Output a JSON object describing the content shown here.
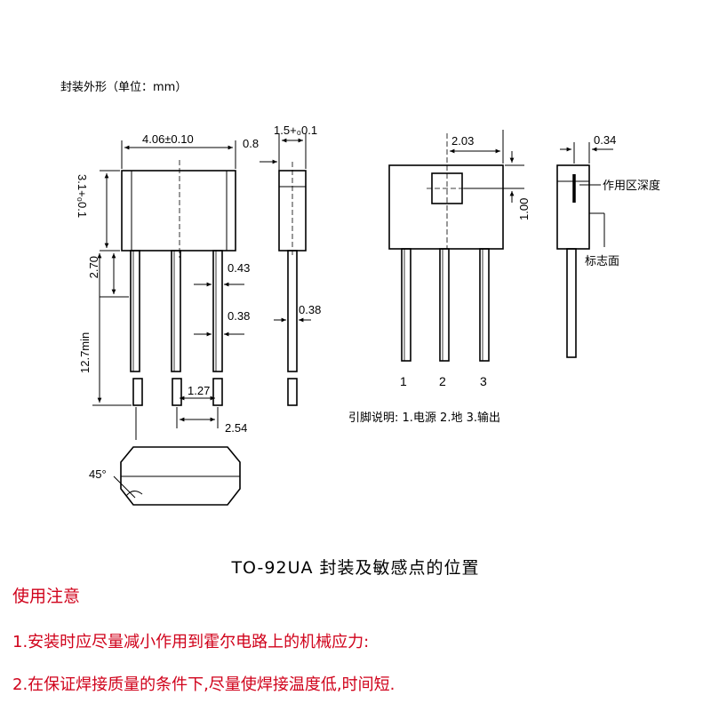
{
  "header": {
    "title": "封装外形（单位：mm）"
  },
  "dims": {
    "body_width": "4.06±0.10",
    "body_height": "3.1+₀0.1",
    "gap_08": "0.8",
    "side_thickness": "1.5+₀0.1",
    "lead_length_top": "2.70",
    "lead_min_length": "12.7min",
    "lead_width_043": "0.43",
    "lead_width_038": "0.38",
    "side_lead_038": "0.38",
    "pitch_127": "1.27",
    "pitch_254": "2.54",
    "chamfer_angle": "45°",
    "sensor_offset_x": "2.03",
    "sensor_offset_y": "1.00",
    "sensor_depth": "0.34"
  },
  "labels": {
    "active_depth": "作用区深度",
    "mark_face": "标志面",
    "pin_desc": "引脚说明: 1.电源   2.地    3.输出"
  },
  "pins": [
    "1",
    "2",
    "3"
  ],
  "caption": "TO-92UA 封装及敏感点的位置",
  "notes": {
    "title": "使用注意",
    "items": [
      "1.安装时应尽量减小作用到霍尔电路上的机械应力:",
      "2.在保证焊接质量的条件下,尽量使焊接温度低,时间短."
    ]
  }
}
